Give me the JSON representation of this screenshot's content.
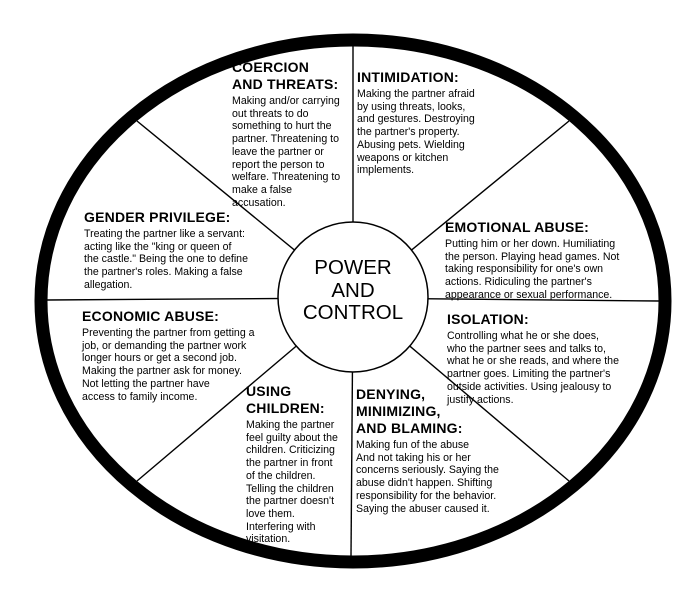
{
  "center": {
    "title": "POWER\nAND\nCONTROL"
  },
  "sections": [
    {
      "id": "coercion-and-threats",
      "title": "COERCION\nAND THREATS:",
      "body": "Making and/or carrying\nout threats to do\nsomething to hurt the\npartner. Threatening to\nleave the partner or\nreport the person to\nwelfare. Threatening to\nmake a false\naccusation."
    },
    {
      "id": "intimidation",
      "title": "INTIMIDATION:",
      "body": "Making the partner afraid\nby using threats, looks,\nand gestures. Destroying\nthe partner's property.\nAbusing pets. Wielding\nweapons or kitchen\nimplements."
    },
    {
      "id": "emotional-abuse",
      "title": "EMOTIONAL ABUSE:",
      "body": "Putting him or her down. Humiliating\nthe person. Playing head games. Not\ntaking responsibility for one's own\nactions. Ridiculing the partner's\nappearance or sexual performance."
    },
    {
      "id": "isolation",
      "title": "ISOLATION:",
      "body": "Controlling what he or she does,\nwho the partner sees and talks to,\nwhat he or she reads, and where the\npartner goes. Limiting the partner's\noutside activities. Using jealousy to\njustify actions."
    },
    {
      "id": "denying-minimizing-and-blaming",
      "title": "DENYING,\nMINIMIZING,\nAND BLAMING:",
      "body": "Making fun of the abuse\nAnd not taking his or her\nconcerns seriously. Saying the\nabuse didn't happen. Shifting\nresponsibility for the behavior.\nSaying the abuser caused it."
    },
    {
      "id": "using-children",
      "title": "USING\nCHILDREN:",
      "body": "Making the partner\nfeel guilty about the\nchildren. Criticizing\nthe partner in front\nof the children.\nTelling the children\nthe partner doesn't\nlove them.\nInterfering with\nvisitation."
    },
    {
      "id": "economic-abuse",
      "title": "ECONOMIC ABUSE:",
      "body": "Preventing the partner from getting a\njob, or demanding the partner work\nlonger hours or get a second job.\nMaking the partner ask for money.\nNot letting the partner have\naccess to family income."
    },
    {
      "id": "gender-privilege",
      "title": "GENDER PRIVILEGE:",
      "body": "Treating the partner like a servant:\nacting like the \"king or queen of\nthe castle.\" Being the one to define\nthe partner's roles. Making a false\nallegation."
    }
  ],
  "colors": {
    "ink": "#000000",
    "paper": "#ffffff"
  }
}
